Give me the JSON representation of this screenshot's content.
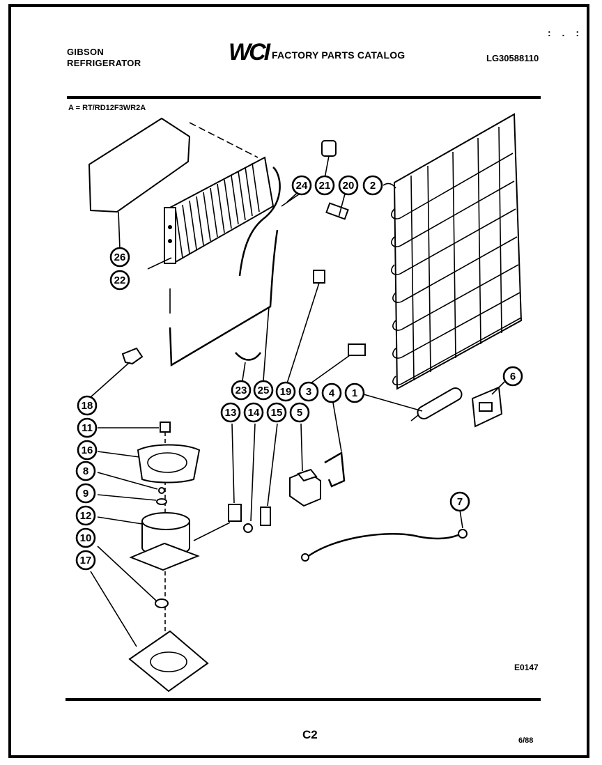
{
  "header": {
    "brand_line1": "GIBSON",
    "brand_line2": "REFRIGERATOR",
    "logo": "WCI",
    "catalog_title": "FACTORY PARTS CATALOG",
    "document_number": "LG30588110",
    "corner_marks": ": . :"
  },
  "model_line": "A = RT/RD12F3WR2A",
  "figure_code": "E0147",
  "page_code": "C2",
  "date_code": "6/88",
  "callouts": [
    "26",
    "22",
    "24",
    "21",
    "20",
    "2",
    "18",
    "11",
    "16",
    "8",
    "9",
    "12",
    "10",
    "17",
    "23",
    "25",
    "19",
    "3",
    "4",
    "1",
    "6",
    "13",
    "14",
    "15",
    "5",
    "7"
  ]
}
